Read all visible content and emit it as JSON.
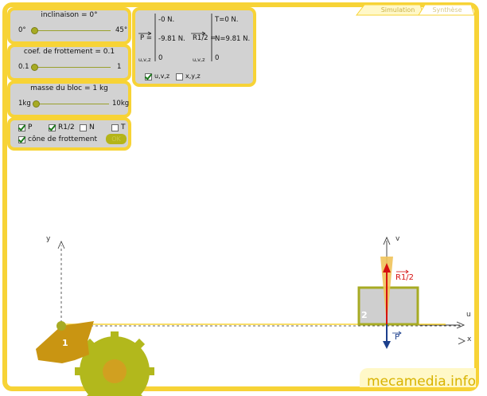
{
  "tabs": {
    "simulation": "Simulation",
    "synthese": "Synthèse"
  },
  "incline": {
    "title": "inclinaison = 0°",
    "min": "0°",
    "max": "45°"
  },
  "friction": {
    "title": "coef. de frottement = 0.1",
    "min": "0.1",
    "max": "1"
  },
  "mass": {
    "title": "masse du bloc = 1 kg",
    "min": "1kg",
    "max": "10kg"
  },
  "display": {
    "p": "P",
    "r12": "R1/2",
    "n": "N",
    "t": "T",
    "cone": "cône de frottement",
    "ok": "OK"
  },
  "forces": {
    "p_label": "P =",
    "p_sub": "u,v,z",
    "p_vals": [
      "-0 N.",
      "-9.81 N.",
      "0"
    ],
    "r_label": "R1/2 =",
    "r_sub": "u,v,z",
    "r_vals": [
      "T=0 N.",
      "N=9.81 N.",
      "0"
    ],
    "uvz": "u,v,z",
    "xyz": "x,y,z"
  },
  "scene": {
    "y_axis": "y",
    "x_axis": "x",
    "u_axis": "u",
    "v_axis": "v",
    "solid1": "1",
    "solid2": "2",
    "p_vec": "P",
    "r_vec": "R1/2"
  },
  "brand": "mecamedia.info",
  "colors": {
    "accent": "#f7d336",
    "olive": "#a7ab23"
  }
}
